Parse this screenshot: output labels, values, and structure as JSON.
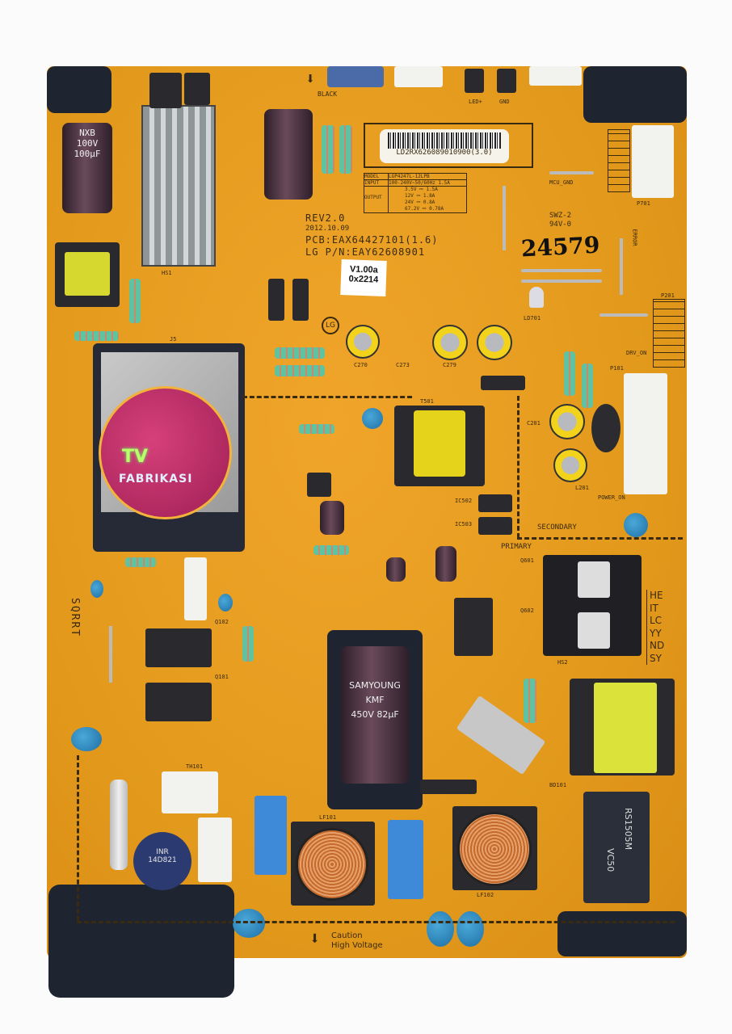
{
  "board": {
    "barcode_label": "LD2RX626089010900(3.0)",
    "model_table": {
      "model_label": "MODEL",
      "model": "LGP4247L-12LPB",
      "input_label": "INPUT",
      "input": "100-240V~50/60Hz 1.5A",
      "output_label": "OUTPUT",
      "outputs": [
        "3.5V ⎓ 1.5A",
        "12V ⎓ 1.8A",
        "24V ⎓ 0.8A",
        "67.2V ⎓ 0.78A"
      ]
    },
    "rev": "REV2.0",
    "date": "2012.10.09",
    "pcb": "PCB:EAX64427101(1.6)",
    "part_number": "LG P/N:EAY62608901",
    "firmware_sticker": [
      "V1.00a",
      "0x2214"
    ],
    "handwritten_number": "24579",
    "rating": [
      "SWZ-2",
      "94V-0"
    ],
    "mcu_gnd": "MCU_GND",
    "error_label": "ERROR",
    "drv_on": "DRV_ON",
    "power_on": "POWER_ON",
    "secondary": "SECONDARY",
    "primary": "PRIMARY",
    "caution": [
      "Caution",
      "High Voltage"
    ],
    "black_label": "BLACK",
    "led_label": "LED+",
    "gnd_label": "GND",
    "side_labels": [
      "HE",
      "IT",
      "LC",
      "YY",
      "ND",
      "SY"
    ],
    "bridge_rectifier": [
      "RS1505M",
      "VC50"
    ],
    "bulk_capacitor": [
      "SAMYOUNG",
      "KMF",
      "450V 82µF"
    ],
    "varistor": [
      "INR",
      "14D821"
    ],
    "small_caps": [
      "NXB",
      "100V",
      "100µF"
    ],
    "sqrt_label": "SQRRT",
    "refs": [
      "P701",
      "P201",
      "P101",
      "T501",
      "L201",
      "LF101",
      "LF102",
      "BD101",
      "TH101",
      "HS1",
      "HS2",
      "J5",
      "C201",
      "C270",
      "C273",
      "C279",
      "Q101",
      "Q102",
      "Q601",
      "Q602",
      "LD701",
      "IC502",
      "IC503"
    ]
  },
  "watermark": {
    "line1": "TV",
    "line2": "FABRIKASI"
  },
  "colors": {
    "board": "#e39a1c",
    "silk": "#3a2a10",
    "connector_blue": "#1e2430",
    "logo_pink": "#c0306a"
  }
}
